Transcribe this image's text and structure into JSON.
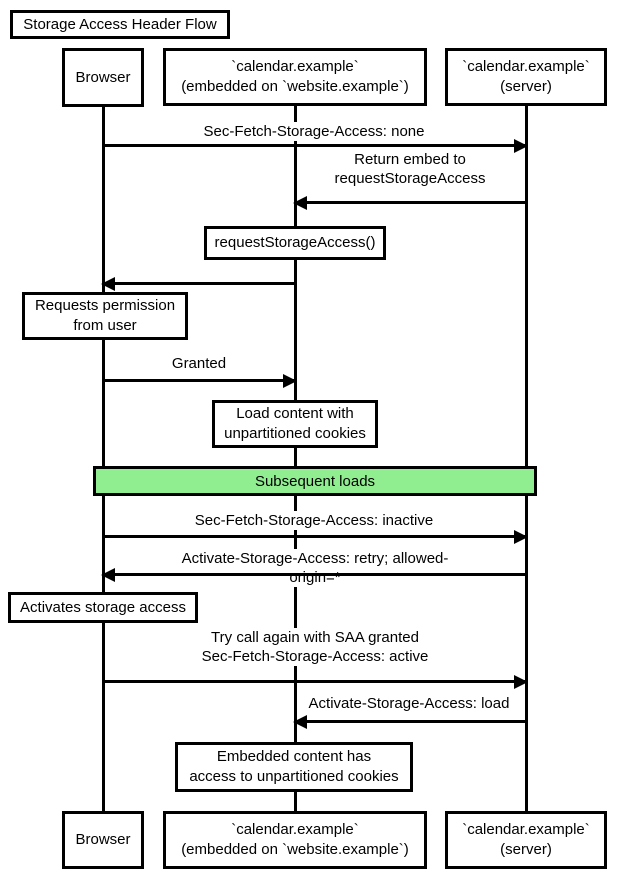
{
  "diagram": {
    "title": "Storage Access Header Flow",
    "participants": {
      "browser": "Browser",
      "embedded": "`calendar.example`\n(embedded on `website.example`)",
      "server": "`calendar.example`\n(server)"
    },
    "messages": {
      "fetch_none": "Sec-Fetch-Storage-Access: none",
      "return_embed": "Return embed to\nrequestStorageAccess",
      "request_storage_access": "requestStorageAccess()",
      "granted": "Granted",
      "fetch_inactive": "Sec-Fetch-Storage-Access: inactive",
      "activate_retry": "Activate-Storage-Access: retry; allowed-origin=*",
      "try_again": "Try call again with SAA granted\nSec-Fetch-Storage-Access: active",
      "activate_load": "Activate-Storage-Access: load"
    },
    "notes": {
      "requests_permission": "Requests permission\nfrom user",
      "load_content": "Load content with\nunpartitioned cookies",
      "activates_storage": "Activates storage access",
      "embedded_access": "Embedded content has\naccess to unpartitioned cookies"
    },
    "section": {
      "label": "Subsequent loads",
      "fill": "#90ee90"
    },
    "colors": {
      "stroke": "#000000",
      "background": "#ffffff"
    }
  }
}
